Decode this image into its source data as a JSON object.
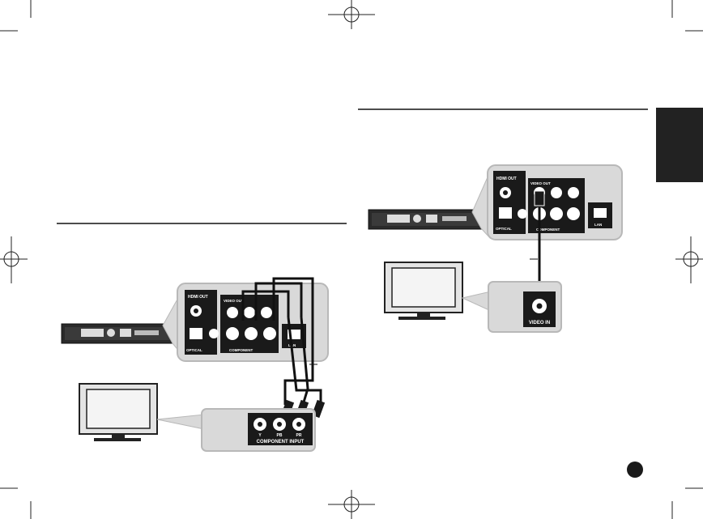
{
  "page": {
    "number": "",
    "side_tab": {
      "label": "",
      "color": "#222222"
    }
  },
  "colors": {
    "panel_fill": "#d9d9d9",
    "panel_stroke": "#b8b8b8",
    "device_dark": "#1a1a1a",
    "tv_fill": "#e4e4e4",
    "rule": "#111111",
    "page_circle": "#1a1a1a"
  },
  "left_diagram": {
    "player_labels": {
      "hdmi": "HDMI OUT",
      "optical": "OPTICAL",
      "video_out": "VIDEO OUT",
      "component": "COMPONENT",
      "lan": "LAN"
    },
    "tv_panel_label": "COMPONENT INPUT",
    "tv_jack_labels": [
      "Y",
      "PB",
      "PR"
    ]
  },
  "right_diagram": {
    "player_labels": {
      "hdmi": "HDMI OUT",
      "optical": "OPTICAL",
      "video_out": "VIDEO OUT",
      "component": "COMPONENT",
      "lan": "LAN"
    },
    "tv_panel_label": "VIDEO IN"
  },
  "icons": [
    "registration-mark-icon",
    "page-number-circle-icon",
    "chapter-tab-icon"
  ]
}
